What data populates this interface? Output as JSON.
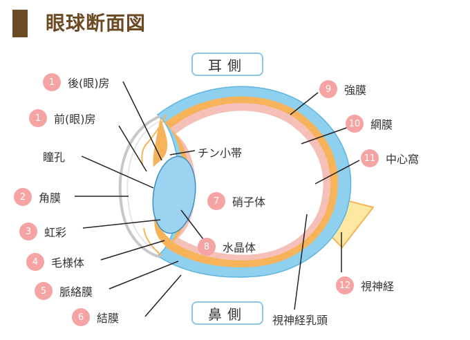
{
  "title": "眼球断面図",
  "sides": {
    "top": "耳側",
    "bottom": "鼻側"
  },
  "labels": [
    {
      "num": "1",
      "text": "後(眼)房"
    },
    {
      "num": "1",
      "text": "前(眼)房"
    },
    {
      "num": "",
      "text": "瞳孔"
    },
    {
      "num": "2",
      "text": "角膜"
    },
    {
      "num": "3",
      "text": "虹彩"
    },
    {
      "num": "4",
      "text": "毛様体"
    },
    {
      "num": "5",
      "text": "脈絡膜"
    },
    {
      "num": "6",
      "text": "結膜"
    },
    {
      "num": "",
      "text": "チン小帯"
    },
    {
      "num": "7",
      "text": "硝子体"
    },
    {
      "num": "8",
      "text": "水晶体"
    },
    {
      "num": "9",
      "text": "強膜"
    },
    {
      "num": "10",
      "text": "網膜"
    },
    {
      "num": "11",
      "text": "中心窩"
    },
    {
      "num": "12",
      "text": "視神経"
    },
    {
      "num": "",
      "text": "視神経乳頭"
    }
  ],
  "colors": {
    "sclera": "#8fd0ee",
    "choroid": "#f6b35a",
    "retina": "#f4c0b8",
    "lens": "#9cd3f0",
    "nerve": "#fce8a0",
    "badge": "#f5a3a3",
    "title": "#6b4a24"
  }
}
